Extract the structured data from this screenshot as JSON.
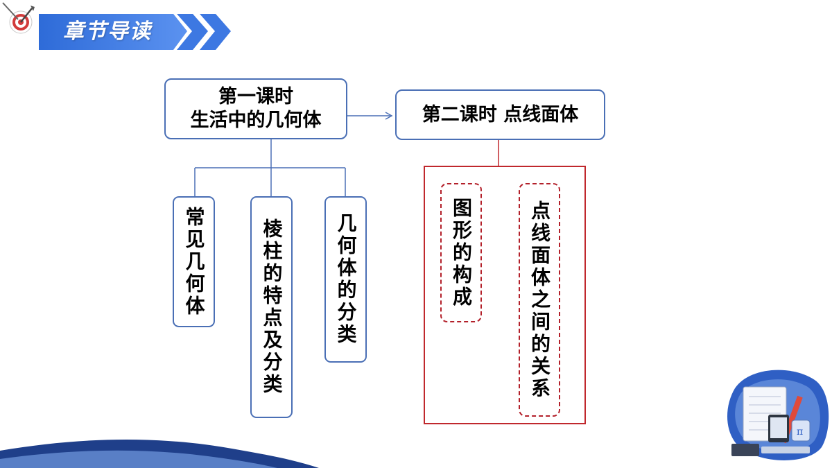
{
  "header": {
    "title": "章节导读"
  },
  "lesson1": {
    "title_line1": "第一课时",
    "title_line2": "生活中的几何体",
    "topics": [
      "常见几何体",
      "棱柱的特点及分类",
      "几何体的分类"
    ]
  },
  "lesson2": {
    "title": "第二课时 点线面体",
    "from_box": "图形的构成",
    "to_box": "点线面体之间的关系"
  },
  "colors": {
    "banner_blue": "#2f6fe0",
    "box_border_blue": "#4a6fb5",
    "frame_red": "#c0282d",
    "dash_red": "#b3202a",
    "wave_navy": "#1f3f8a"
  }
}
